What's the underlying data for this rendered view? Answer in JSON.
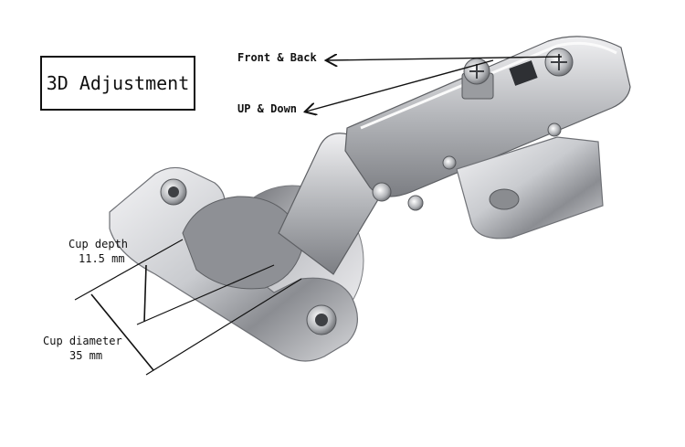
{
  "title": "3D Adjustment",
  "annotations": {
    "front_back": "Front & Back",
    "up_down": "UP & Down",
    "cup_depth_label": "Cup depth",
    "cup_depth_value": "11.5 mm",
    "cup_diameter_label": "Cup diameter",
    "cup_diameter_value": "35 mm"
  },
  "colors": {
    "background": "#ffffff",
    "text": "#111111",
    "metal_light": "#e8e8ea",
    "metal_mid": "#b9bbbf",
    "metal_dark": "#6e7075"
  }
}
